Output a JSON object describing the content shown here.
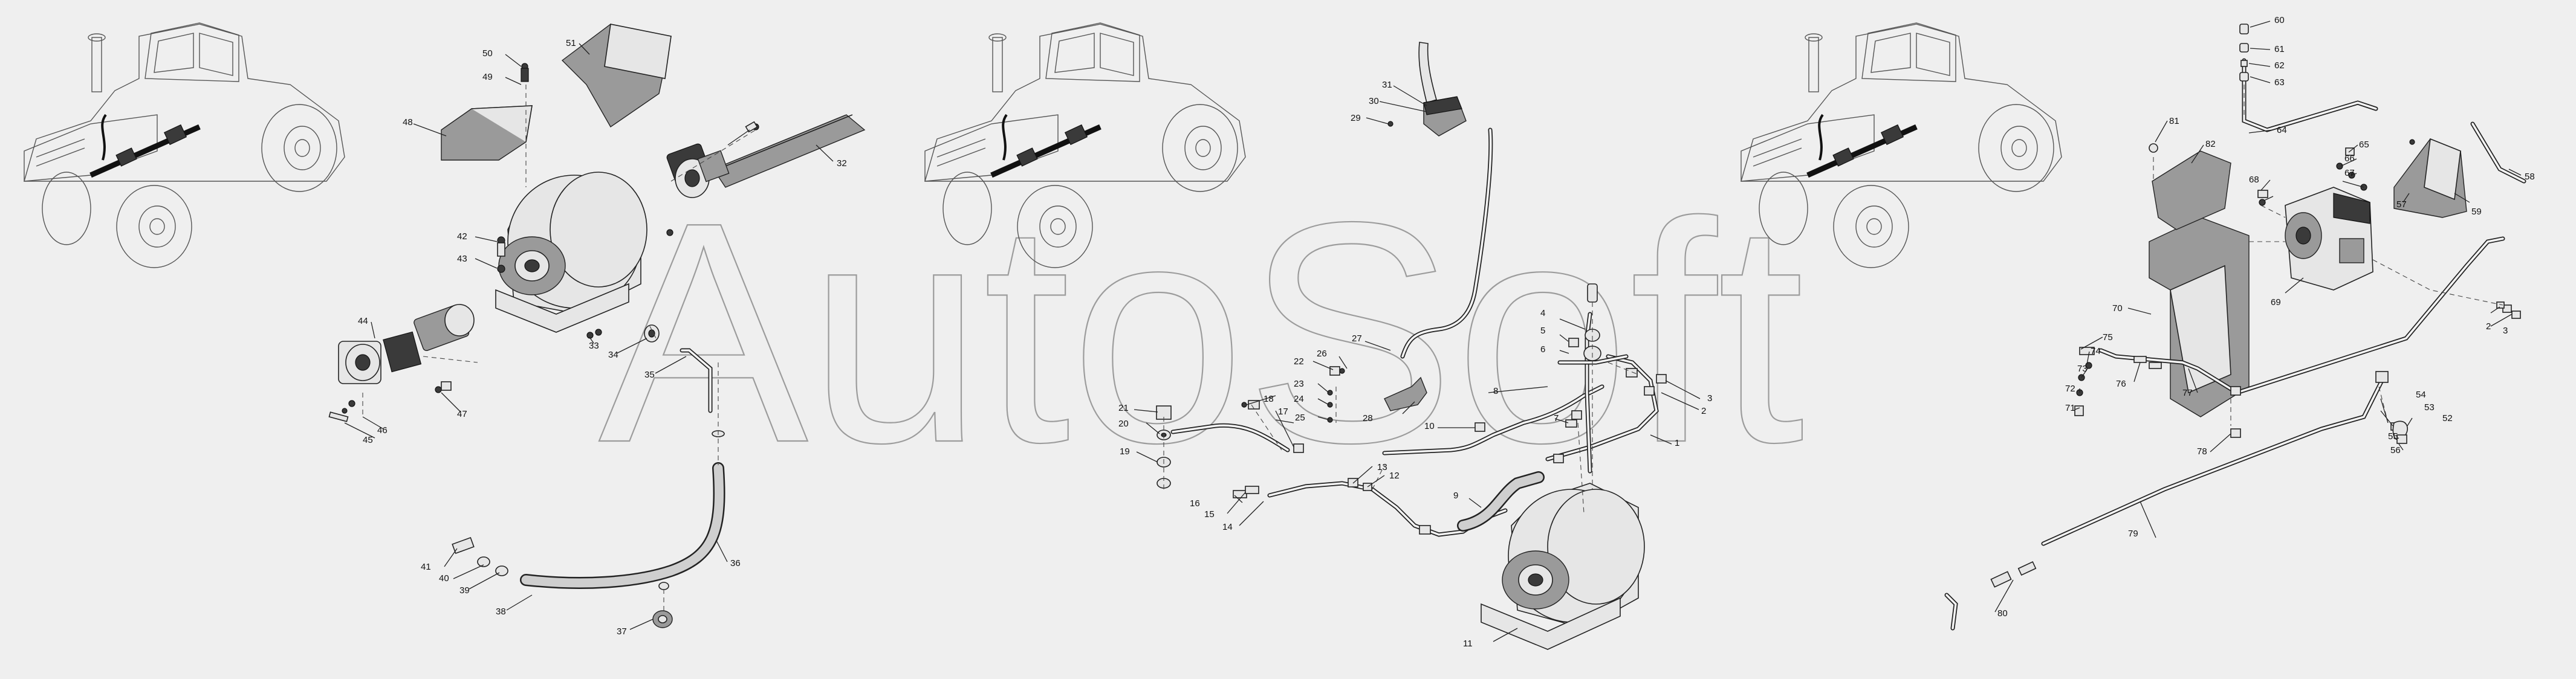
{
  "watermark": "AutoSoft",
  "callouts": {
    "c1": "1",
    "c2": "2",
    "c3": "3",
    "c4": "4",
    "c5": "5",
    "c6": "6",
    "c7": "7",
    "c8": "8",
    "c9": "9",
    "c10": "10",
    "c11": "11",
    "c12": "12",
    "c13": "13",
    "c14": "14",
    "c15": "15",
    "c16": "16",
    "c17": "17",
    "c18": "18",
    "c19": "19",
    "c20": "20",
    "c21": "21",
    "c22": "22",
    "c23": "23",
    "c24": "24",
    "c25": "25",
    "c26": "26",
    "c27": "27",
    "c28": "28",
    "c29": "29",
    "c30": "30",
    "c31": "31",
    "c32": "32",
    "c33": "33",
    "c34": "34",
    "c35": "35",
    "c36": "36",
    "c37": "37",
    "c38": "38",
    "c39": "39",
    "c40": "40",
    "c41": "41",
    "c42": "42",
    "c43": "43",
    "c44": "44",
    "c45": "45",
    "c46": "46",
    "c47": "47",
    "c48": "48",
    "c49": "49",
    "c50": "50",
    "c51": "51",
    "c52": "52",
    "c53": "53",
    "c54": "54",
    "c55": "55",
    "c56": "56",
    "c57": "57",
    "c58": "58",
    "c59": "59",
    "c60": "60",
    "c61": "61",
    "c62": "62",
    "c63": "63",
    "c64": "64",
    "c65": "65",
    "c66": "66",
    "c67": "67",
    "c68": "68",
    "c69": "69",
    "c70": "70",
    "c71": "71",
    "c72": "72",
    "c73": "73",
    "c74": "74",
    "c75": "75",
    "c76": "76",
    "c77": "77",
    "c78": "78",
    "c79": "79",
    "c80": "80",
    "c81": "81",
    "c82": "82",
    "c2b": "2",
    "c3b": "3"
  }
}
